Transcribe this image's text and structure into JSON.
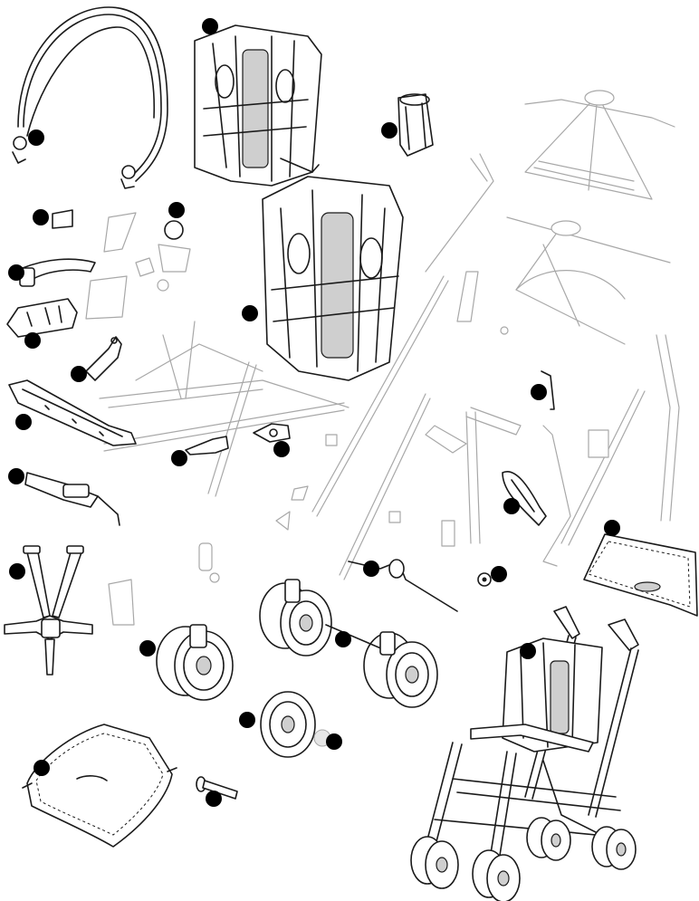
{
  "diagram": {
    "marker_color": "#000000",
    "line_color_dark": "#1a1a1a",
    "line_color_faint": "#a8a8a8",
    "callout_markers": [
      {
        "name": "marker-canopy-frame"
      },
      {
        "name": "marker-seat-back-top"
      },
      {
        "name": "marker-cup-holder"
      },
      {
        "name": "marker-seat-back-middle"
      },
      {
        "name": "marker-small-clip"
      },
      {
        "name": "marker-ring"
      },
      {
        "name": "marker-handle-cover"
      },
      {
        "name": "marker-hinge-bracket"
      },
      {
        "name": "marker-strap-hook"
      },
      {
        "name": "marker-front-bumper"
      },
      {
        "name": "marker-lever"
      },
      {
        "name": "marker-latch"
      },
      {
        "name": "marker-footrest"
      },
      {
        "name": "marker-hex-key"
      },
      {
        "name": "marker-brake-pedal"
      },
      {
        "name": "marker-harness"
      },
      {
        "name": "marker-basket-mat"
      },
      {
        "name": "marker-brake-rod"
      },
      {
        "name": "marker-nut"
      },
      {
        "name": "marker-double-wheel"
      },
      {
        "name": "marker-front-wheel-assembly"
      },
      {
        "name": "marker-single-wheel"
      },
      {
        "name": "marker-cap"
      },
      {
        "name": "marker-seat-fabric"
      },
      {
        "name": "marker-axle-pin"
      },
      {
        "name": "marker-assembled-stroller"
      }
    ]
  }
}
